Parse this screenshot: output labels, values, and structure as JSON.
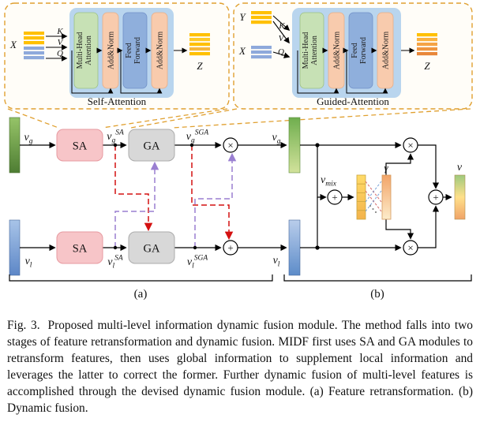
{
  "sa_block": {
    "title": "Self-Attention",
    "input": "X",
    "k": "K",
    "v": "V",
    "q": "Q",
    "output": "Z",
    "mha1": "Multi-Head",
    "mha2": "Attention",
    "an1": "Add&Norm",
    "ff1": "Feed",
    "ff2": "Forward",
    "an2": "Add&Norm"
  },
  "ga_block": {
    "title": "Guided-Attention",
    "input_top": "Y",
    "input_bottom": "X",
    "k": "K",
    "v": "V",
    "q": "Q",
    "output": "Z",
    "mha1": "Multi-Head",
    "mha2": "Attention",
    "an1": "Add&Norm",
    "ff1": "Feed",
    "ff2": "Forward",
    "an2": "Add&Norm"
  },
  "stage_a": {
    "label": "(a)",
    "sa": "SA",
    "ga": "GA",
    "times": "×",
    "plus": "+",
    "v": "v",
    "sub_g": "g",
    "sub_l": "l",
    "sup_sa": "SA",
    "sup_sga": "SGA"
  },
  "stage_b": {
    "label": "(b)",
    "v": "v",
    "sub_g": "g",
    "sub_l": "l",
    "sub_mix": "mix",
    "gamma": "γ",
    "v_out": "v",
    "times": "×",
    "plus": "+"
  },
  "caption": {
    "tag": "Fig. 3.",
    "text": "Proposed multi-level information dynamic fusion module. The method falls into two stages of feature retransformation and dynamic fusion. MIDF first uses SA and GA modules to retransform features, then uses global information to supplement local information and leverages the latter to correct the former. Further dynamic fusion of multi-level features is accomplished through the devised dynamic fusion module. (a) Feature retransformation. (b) Dynamic fusion."
  },
  "colors": {
    "accent_orange_dashed": "#e0a030",
    "sa_box": "#f7c5c8",
    "ga_box": "#d8d8d8",
    "mha_green": "#c7e1b5",
    "addnorm_peach": "#f8cbad",
    "feedforward_blue": "#8fafdc",
    "attention_container": "#b9d5ee",
    "red_dashed": "#d41111",
    "purple_dashed": "#9a7fd1",
    "yellow_bar": "#ffc000",
    "blue_bar": "#8ea9db",
    "green_feature": "#6fae4e",
    "blue_feature": "#6d9bd4"
  }
}
